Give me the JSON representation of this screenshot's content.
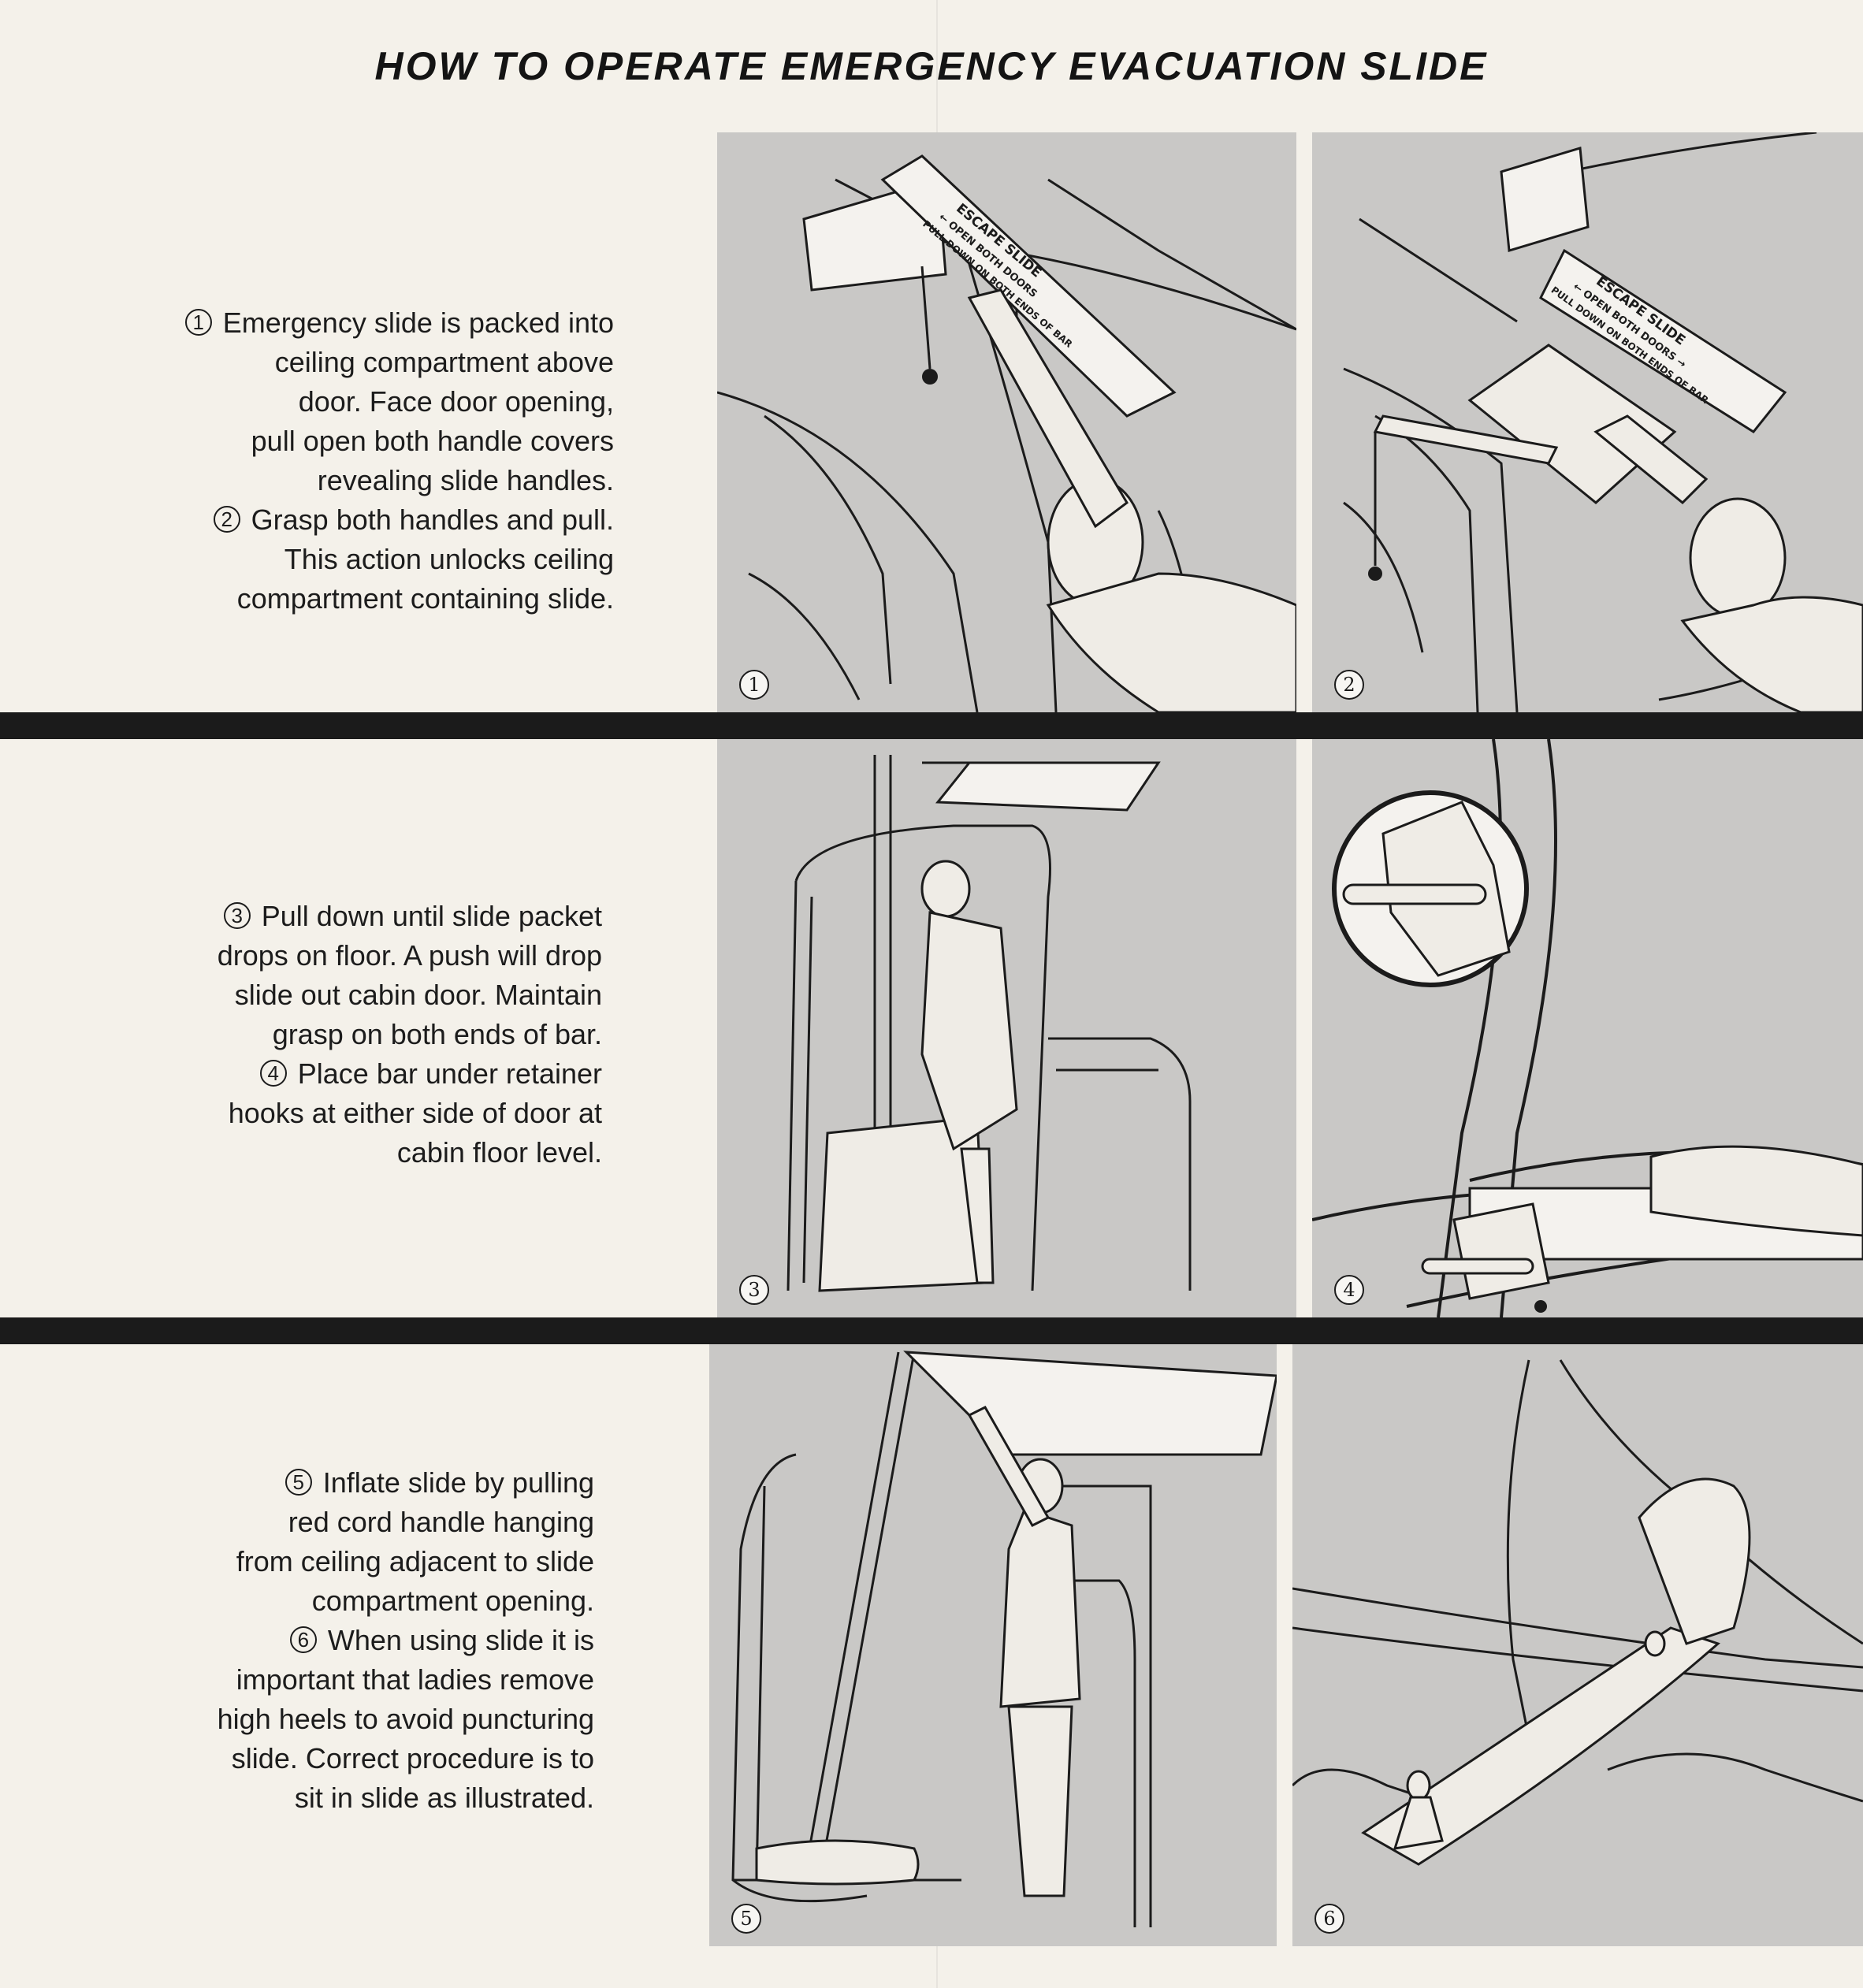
{
  "title": "HOW TO OPERATE EMERGENCY EVACUATION SLIDE",
  "steps_text": [
    {
      "lines": [
        {
          "num": "1",
          "text": "Emergency slide is packed into"
        },
        {
          "text": "ceiling compartment above"
        },
        {
          "text": "door.  Face door opening,"
        },
        {
          "text": "pull open both handle covers"
        },
        {
          "text": "revealing slide handles."
        },
        {
          "num": "2",
          "text": "Grasp both handles and pull."
        },
        {
          "text": "This action unlocks ceiling"
        },
        {
          "text": "compartment containing slide."
        }
      ]
    },
    {
      "lines": [
        {
          "num": "3",
          "text": "Pull down until slide packet"
        },
        {
          "text": "drops on floor. A push will drop"
        },
        {
          "text": "slide out cabin door.  Maintain"
        },
        {
          "text": "grasp on both ends of bar."
        },
        {
          "num": "4",
          "text": "Place bar under retainer"
        },
        {
          "text": "hooks at either side of door at"
        },
        {
          "text": "cabin floor level."
        }
      ]
    },
    {
      "lines": [
        {
          "num": "5",
          "text": "Inflate slide by pulling"
        },
        {
          "text": "red cord handle hanging"
        },
        {
          "text": "from ceiling adjacent to slide"
        },
        {
          "text": "compartment opening."
        },
        {
          "num": "6",
          "text": "When using slide it is"
        },
        {
          "text": "important that ladies remove"
        },
        {
          "text": "high heels to avoid puncturing"
        },
        {
          "text": "slide. Correct procedure is to"
        },
        {
          "text": "sit in slide as illustrated."
        }
      ]
    }
  ],
  "panels": [
    {
      "num": "1",
      "sign": {
        "line1": "ESCAPE SLIDE",
        "line2": "← OPEN BOTH DOORS",
        "line3": "PULL DOWN ON BOTH ENDS OF BAR"
      }
    },
    {
      "num": "2",
      "sign": {
        "line1": "ESCAPE SLIDE",
        "line2": "← OPEN BOTH DOORS →",
        "line3": "PULL DOWN ON BOTH ENDS OF BAR"
      }
    },
    {
      "num": "3"
    },
    {
      "num": "4"
    },
    {
      "num": "5"
    },
    {
      "num": "6"
    }
  ],
  "colors": {
    "panel_bg": "#c9c8c6",
    "bar": "#1b1b1b",
    "paper": "#f4f1ea"
  }
}
